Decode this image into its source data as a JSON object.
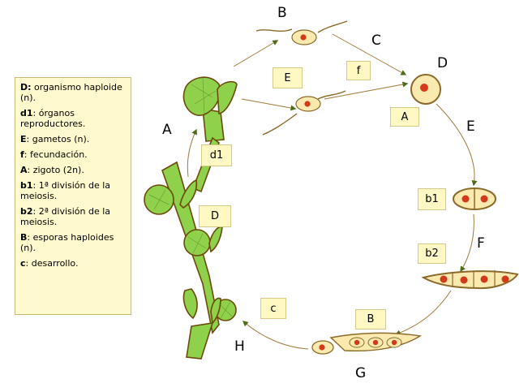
{
  "legend": [
    {
      "code": "D:",
      "text": " organismo haploide (n)."
    },
    {
      "code": "d1",
      "text": ": órganos reproductores."
    },
    {
      "code": "E",
      "text": ": gametos (n)."
    },
    {
      "code": "f",
      "text": ": fecundación."
    },
    {
      "code": "A",
      "text": ": zigoto (2n)."
    },
    {
      "code": "b1",
      "text": ": 1ª división de la meiosis."
    },
    {
      "code": "b2",
      "text": ": 2ª división de la meiosis."
    },
    {
      "code": "B",
      "text": ": esporas haploides (n)."
    },
    {
      "code": "c",
      "text": ": desarrollo."
    }
  ],
  "boxes": {
    "E": "E",
    "f": "f",
    "A": "A",
    "d1": "d1",
    "D": "D",
    "b1": "b1",
    "b2": "b2",
    "B": "B",
    "c": "c"
  },
  "letters": {
    "A": "A",
    "B": "B",
    "C": "C",
    "D": "D",
    "E": "E",
    "F": "F",
    "G": "G",
    "H": "H"
  },
  "colors": {
    "plant": "#8fd14a",
    "plant_outline": "#6b4a0a",
    "cell": "#fbeab0",
    "nucleus": "#d23a1a",
    "arrow": "#a07a3a",
    "arrow_head": "#4f6b1a"
  }
}
